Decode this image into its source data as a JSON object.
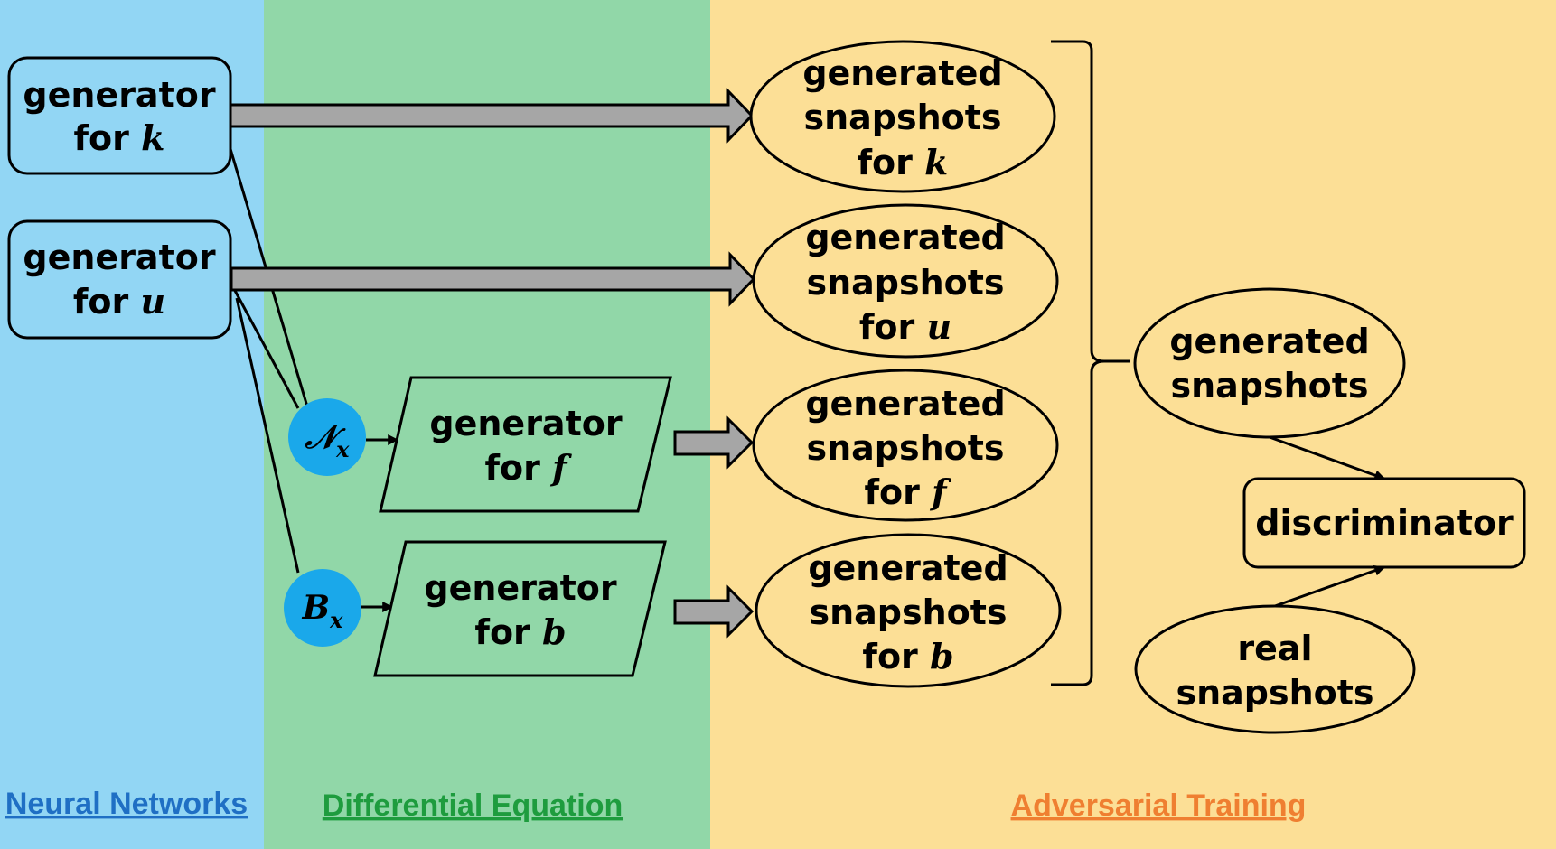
{
  "regions": {
    "neural_networks": {
      "title": "Neural Networks",
      "fill": "#92d6f4",
      "title_color": "#1f6fc4"
    },
    "differential_equation": {
      "title": "Differential Equation",
      "fill": "#91d7a8",
      "title_color": "#1e9c3e"
    },
    "adversarial_training": {
      "title": "Adversarial Training",
      "fill": "#fcdf96",
      "title_color": "#ef7f31"
    }
  },
  "nodes": {
    "generator_k": {
      "line1": "generator",
      "prefix": "for ",
      "var": "k"
    },
    "generator_u": {
      "line1": "generator",
      "prefix": "for ",
      "var": "u"
    },
    "generator_f": {
      "line1": "generator",
      "prefix": "for ",
      "var": "f"
    },
    "generator_b": {
      "line1": "generator",
      "prefix": "for ",
      "var": "b"
    },
    "operator_n": {
      "main": "𝒩",
      "sub": "x"
    },
    "operator_b": {
      "main": "B",
      "sub": "x"
    },
    "snap_k": {
      "line1": "generated",
      "line2": "snapshots",
      "prefix": "for ",
      "var": "k"
    },
    "snap_u": {
      "line1": "generated",
      "line2": "snapshots",
      "prefix": "for ",
      "var": "u"
    },
    "snap_f": {
      "line1": "generated",
      "line2": "snapshots",
      "prefix": "for ",
      "var": "f"
    },
    "snap_b": {
      "line1": "generated",
      "line2": "snapshots",
      "prefix": "for ",
      "var": "b"
    },
    "generated_snapshots": {
      "line1": "generated",
      "line2": "snapshots"
    },
    "discriminator": {
      "label": "discriminator"
    },
    "real_snapshots": {
      "line1": "real",
      "line2": "snapshots"
    }
  },
  "colors": {
    "nn_node_fill": "#92d6f4",
    "de_node_fill": "#91d7a8",
    "at_node_fill": "#fcdf96",
    "operator_fill": "#1aa8ea",
    "arrow_fill": "#a6a6a6"
  }
}
